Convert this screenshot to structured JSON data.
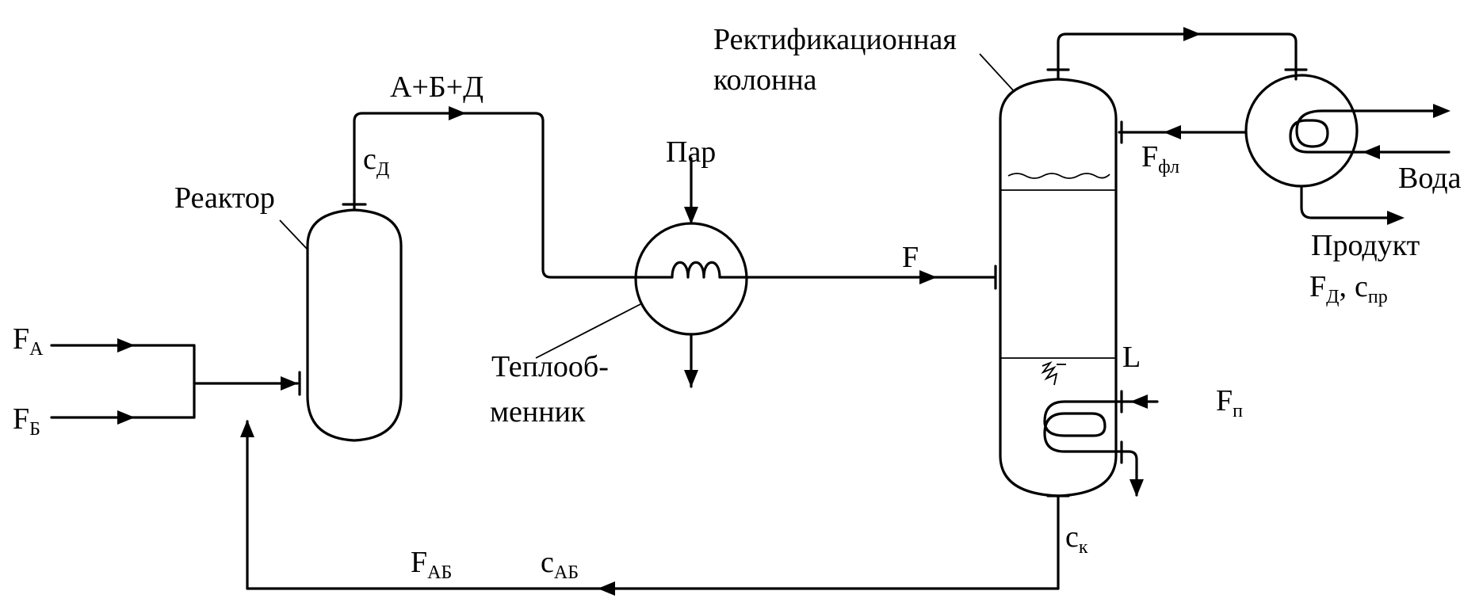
{
  "labels": {
    "column_line1": "Ректификационная",
    "column_line2": "колонна",
    "reactor": "Реактор",
    "heat_exchanger_line1": "Теплооб-",
    "heat_exchanger_line2": "менник",
    "steam": "Пар",
    "water": "Вода",
    "product": "Продукт",
    "mixture": "А+Б+Д",
    "level": "L"
  },
  "streams": {
    "fa": {
      "base": "F",
      "sub": "А"
    },
    "fb": {
      "base": "F",
      "sub": "Б"
    },
    "cd": {
      "base": "с",
      "sub": "Д"
    },
    "f": {
      "base": "F"
    },
    "ffl": {
      "base": "F",
      "sub": "фл"
    },
    "fd": {
      "base": "F",
      "sub": "Д"
    },
    "cpr": {
      "base": "с",
      "sub": "пр"
    },
    "fp": {
      "base": "F",
      "sub": "п"
    },
    "ck": {
      "base": "с",
      "sub": "к"
    },
    "fab": {
      "base": "F",
      "sub": "АБ"
    },
    "cab": {
      "base": "с",
      "sub": "АБ"
    }
  },
  "separators": {
    "comma": ","
  }
}
